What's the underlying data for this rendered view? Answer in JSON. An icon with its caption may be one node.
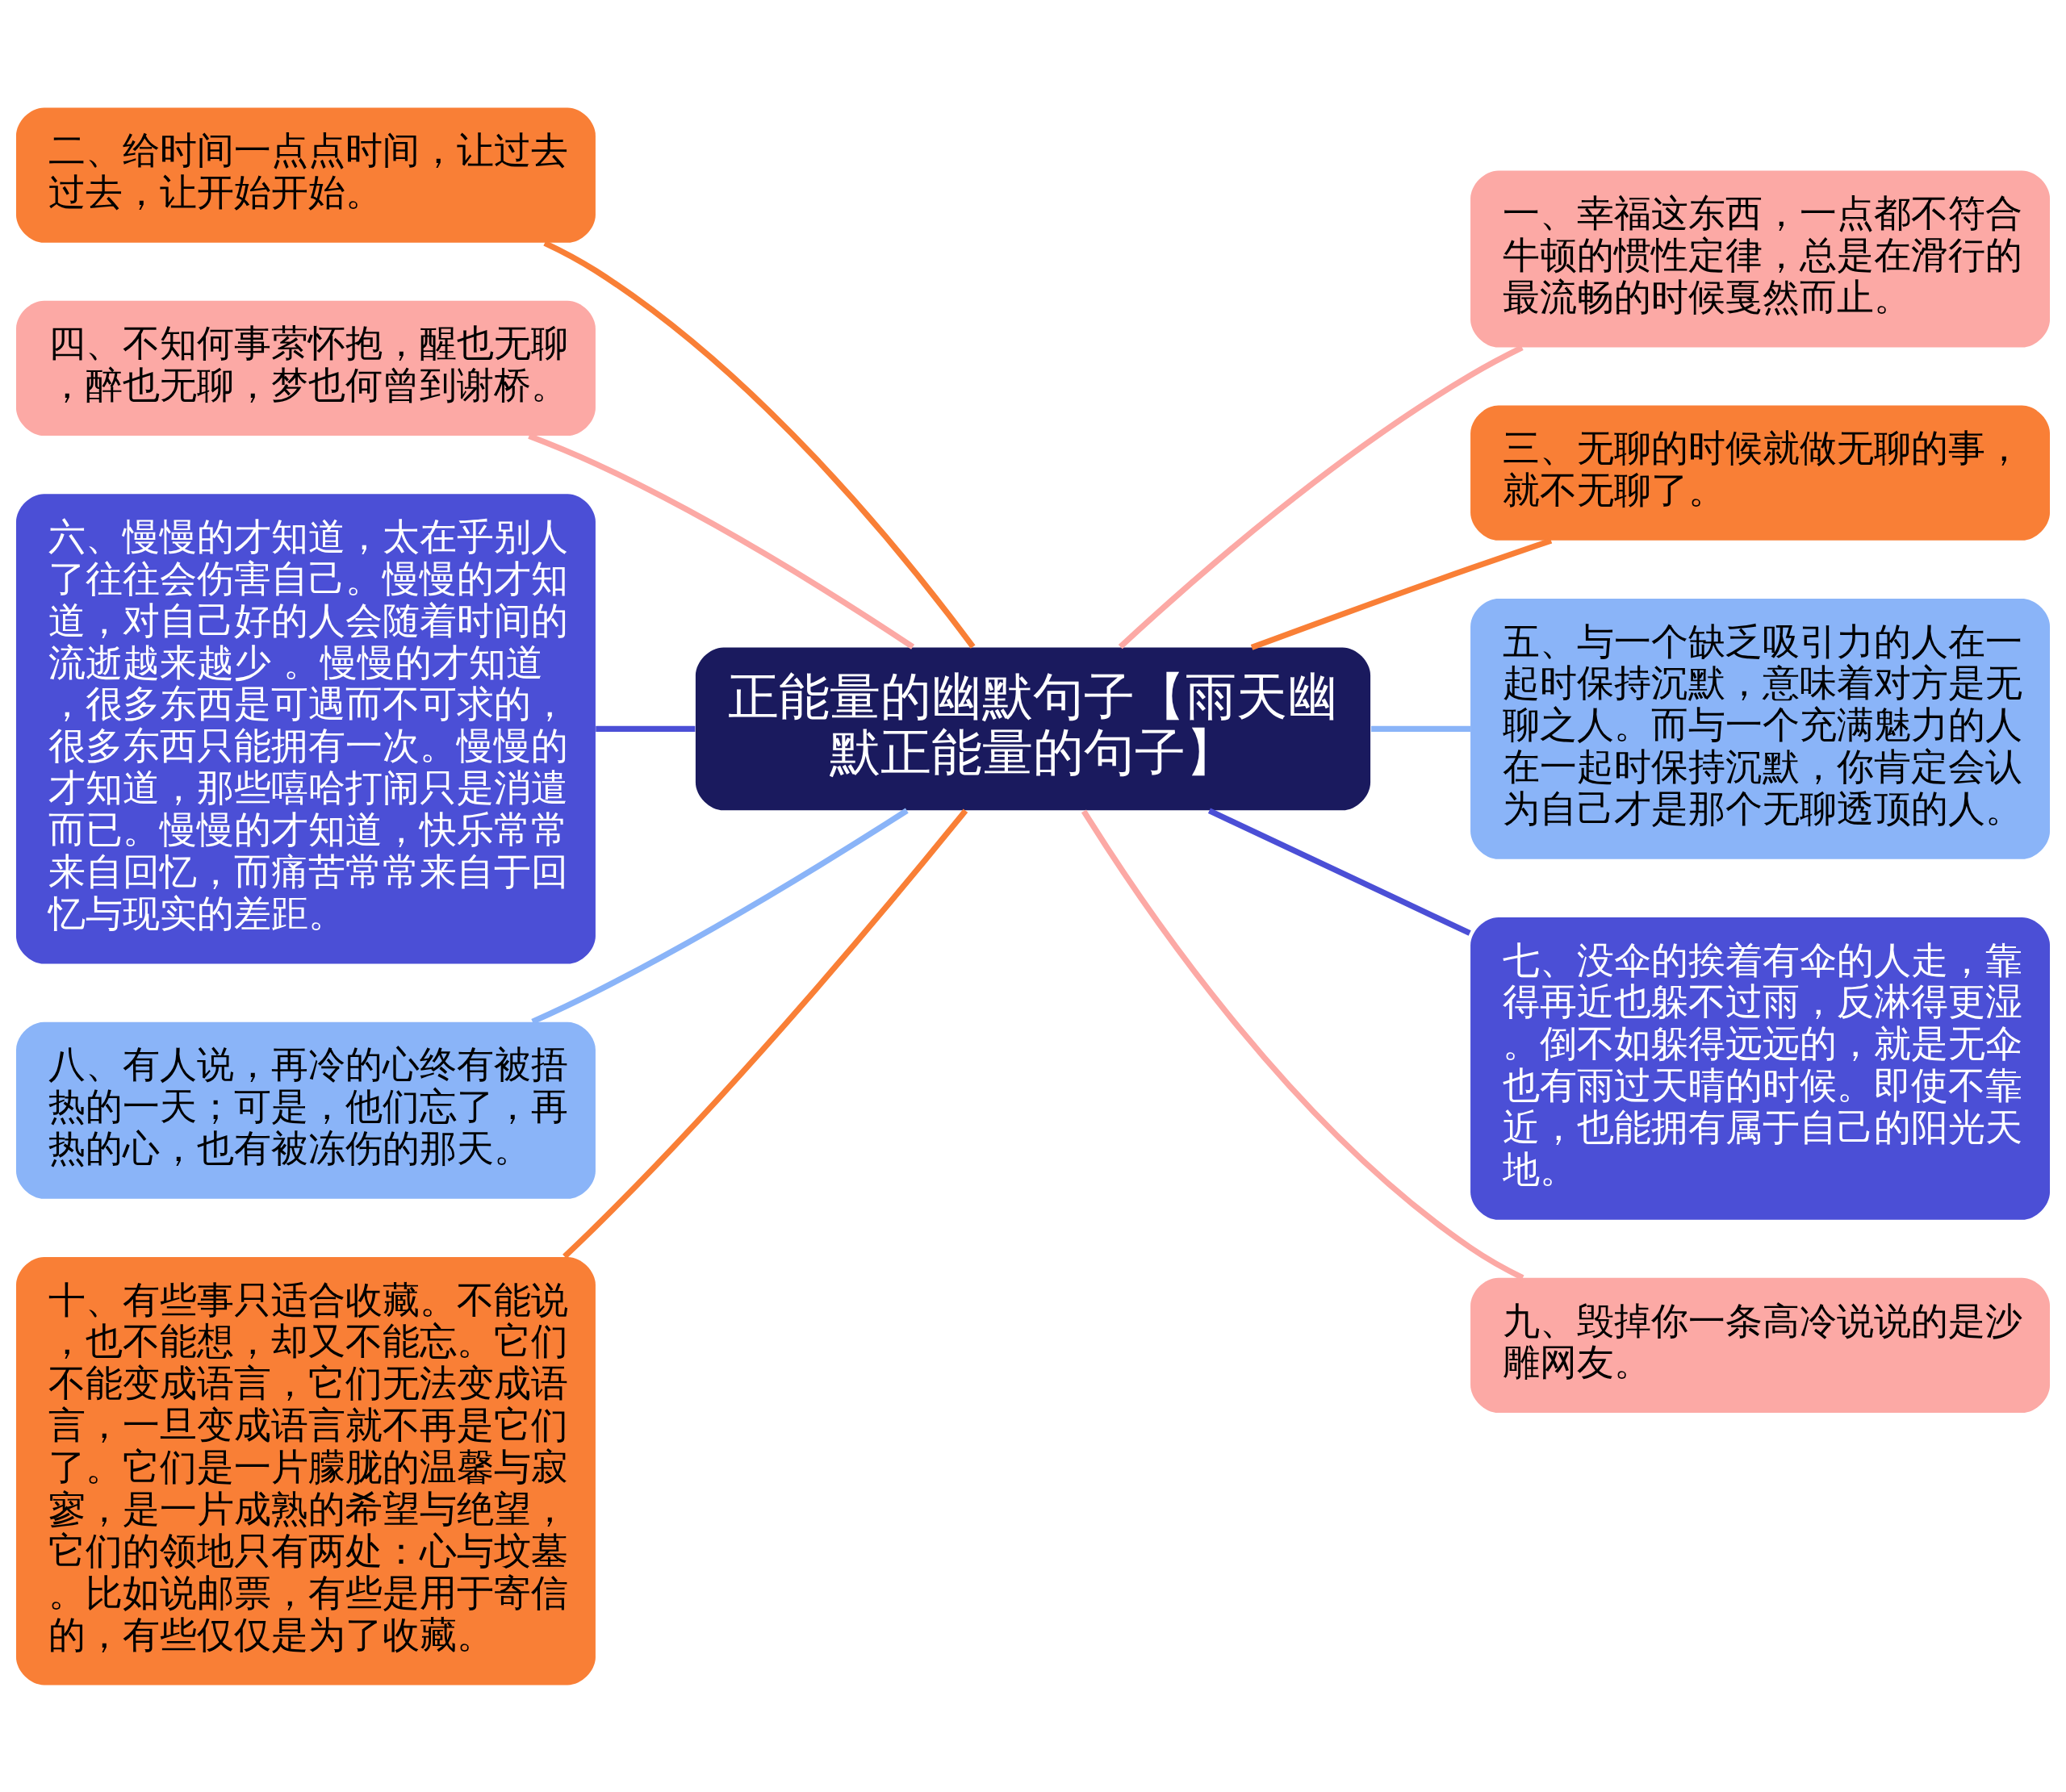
{
  "diagram": {
    "nodes": [
      {
        "text": [
          "正能量的幽默句子【雨天幽默正能量的句子】"
        ]
      },
      {
        "text": [
          "二、给时间一点点时间，让过去过去，让开始开始。"
        ]
      },
      {
        "text": [
          "四、不知何事萦怀抱，醒也无聊，醉也无聊，梦也何曾到谢桥。"
        ]
      },
      {
        "text": [
          "六、慢慢的才知道，太在乎别人了往往会伤害自己。慢慢的才知道，对自己好的人会随着时间的流逝越来越少 。慢慢的才知道，很多东西是可遇而不可求的，很多东西只能拥有一次。慢慢的才知道，那些嘻哈打闹只是消遣而已。慢慢的才知道，快乐常常来自回忆，而痛苦常常来自于回忆与现实的差距。"
        ]
      },
      {
        "text": [
          "八、有人说，再冷的心终有被捂热的一天；可是，他们忘了，再热的心，也有被冻伤的那天。"
        ]
      },
      {
        "text": [
          "十、有些事只适合收藏。不能说，也不能想，却又不能忘。它们不能变成语言，它们无法变成语言，一旦变成语言就不再是它们了。它们是一片朦胧的温馨与寂寥，是一片成熟的希望与绝望，它们的领地只有两处：心与坟墓。比如说邮票，有些是用于寄信的，有些仅仅是为了收藏。"
        ]
      },
      {
        "text": [
          "一、幸福这东西，一点都不符合牛顿的惯性定律，总是在滑行的最流畅的时候戛然而止。"
        ]
      },
      {
        "text": [
          "三、无聊的时候就做无聊的事，就不无聊了。"
        ]
      },
      {
        "text": [
          "五、与一个缺乏吸引力的人在一起时保持沉默，意味着对方是无聊之人。而与一个充满魅力的人在一起时保持沉默，你肯定会认为自己才是那个无聊透顶的人。"
        ]
      },
      {
        "text": [
          "七、没伞的挨着有伞的人走，靠得再近也躲不过雨，反淋得更湿。倒不如躲得远远的，就是无伞也有雨过天晴的时候。即使不靠近，也能拥有属于自己的阳光天地。"
        ]
      },
      {
        "text": [
          "九、毁掉你一条高冷说说的是沙雕网友。"
        ]
      }
    ],
    "edges": [
      {
        "from": 1,
        "to": 0,
        "arrow": "none"
      },
      {
        "from": 2,
        "to": 0,
        "arrow": "none",
        "color": "#fca9a5"
      },
      {
        "from": 3,
        "to": 0,
        "arrow": "none",
        "color": "#4b4fd6"
      },
      {
        "from": 4,
        "to": 0,
        "arrow": "none",
        "color": "#8ab4f8"
      },
      {
        "from": 5,
        "to": 0,
        "arrow": "none"
      },
      {
        "from": 0,
        "to": 6,
        "arrow": "none",
        "color": "#fca9a5"
      },
      {
        "from": 0,
        "to": 7,
        "arrow": "none"
      },
      {
        "from": 0,
        "to": 8,
        "arrow": "none",
        "color": "#8ab4f8"
      },
      {
        "from": 0,
        "to": 9,
        "arrow": "none",
        "color": "#4b4fd6"
      },
      {
        "from": 0,
        "to": 10,
        "arrow": "none",
        "color": "#fca9a5"
      }
    ]
  }
}
